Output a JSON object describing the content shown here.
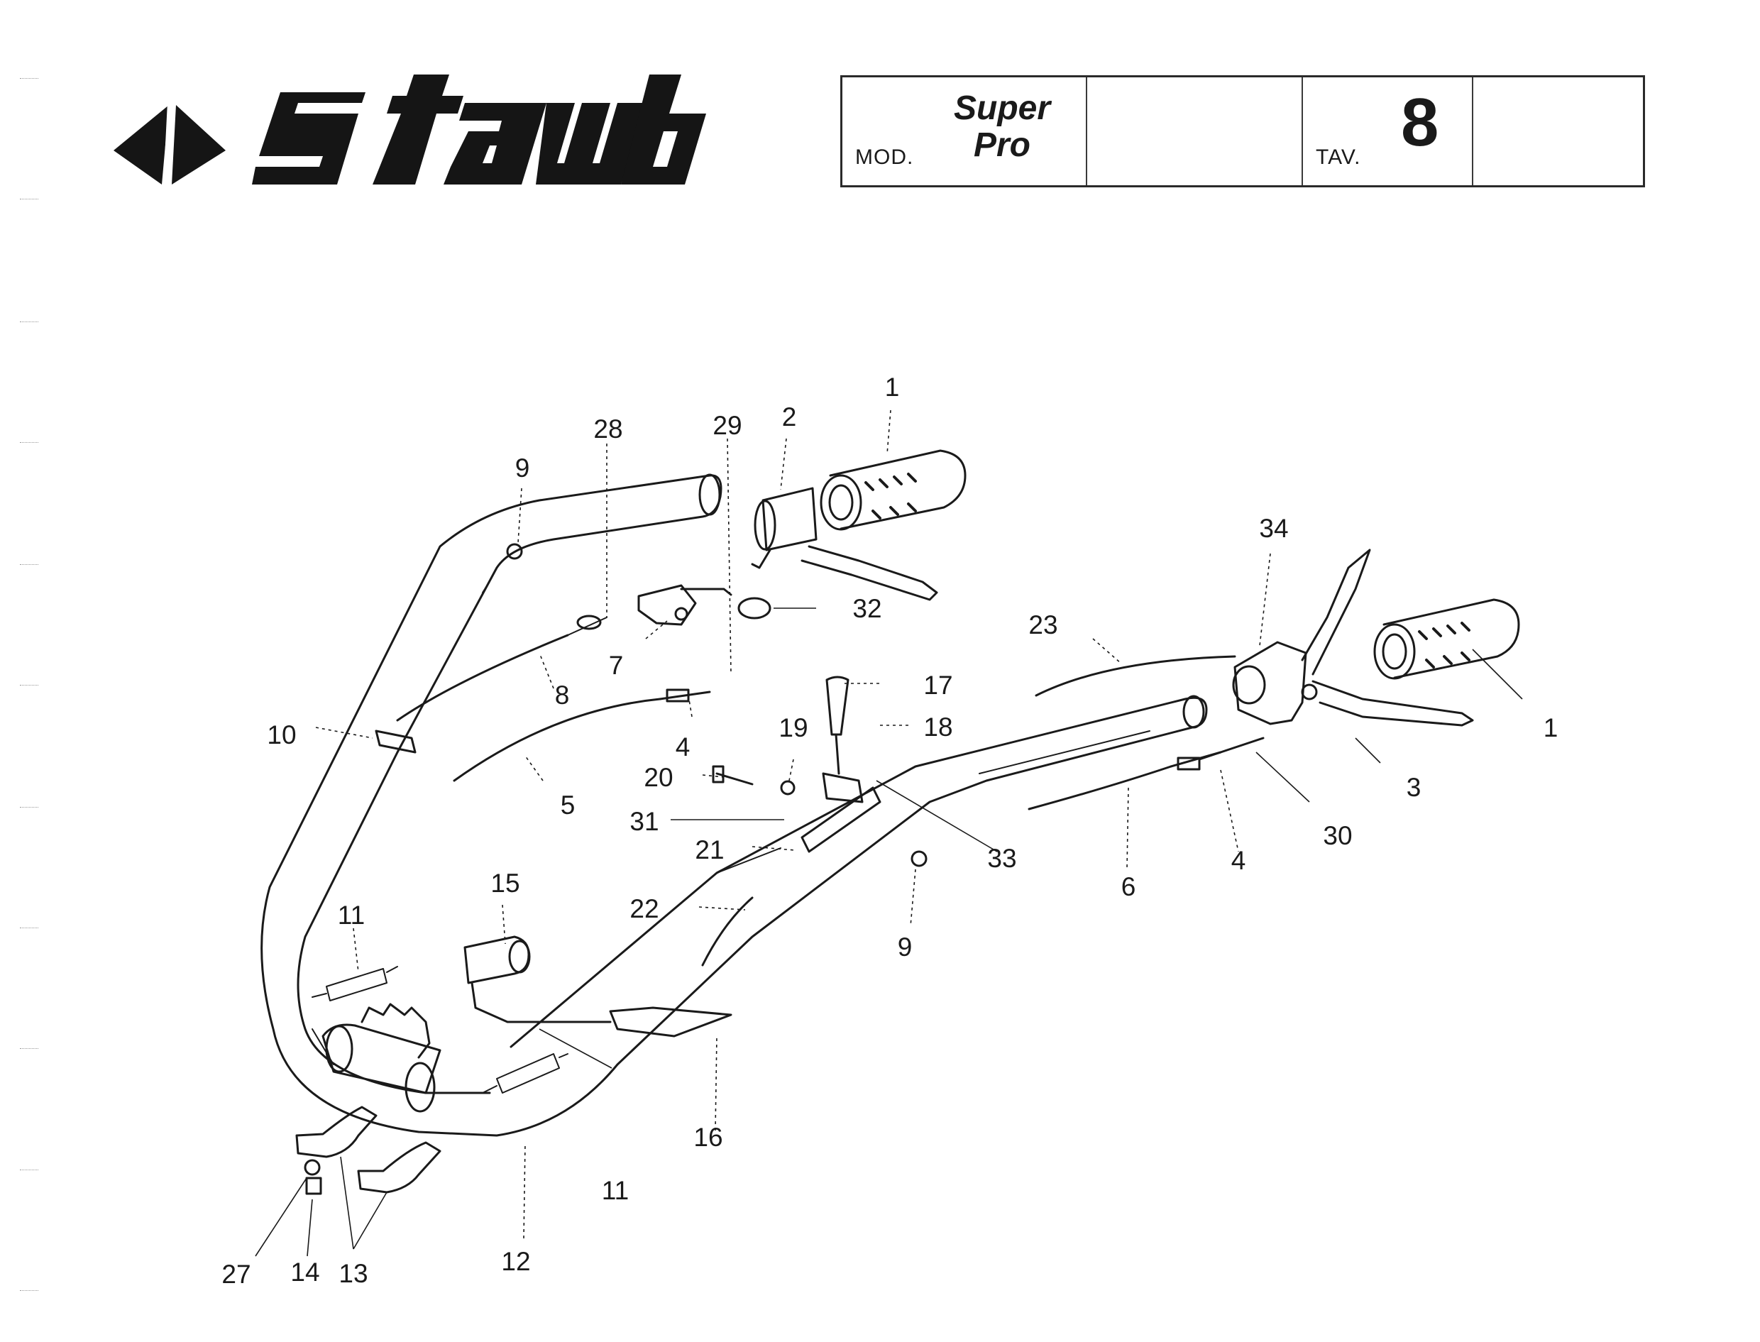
{
  "logo": {
    "brand": "staub"
  },
  "title_block": {
    "mod_label": "MOD.",
    "model_line1": "Super",
    "model_line2": "Pro",
    "tav_label": "TAV.",
    "tav_number": "8"
  },
  "callouts": {
    "c1a": "1",
    "c1b": "1",
    "c2": "2",
    "c3": "3",
    "c4a": "4",
    "c4b": "4",
    "c5": "5",
    "c6": "6",
    "c7": "7",
    "c8": "8",
    "c9a": "9",
    "c9b": "9",
    "c10": "10",
    "c11a": "11",
    "c11b": "11",
    "c12": "12",
    "c13": "13",
    "c14": "14",
    "c15": "15",
    "c16": "16",
    "c17": "17",
    "c18": "18",
    "c19": "19",
    "c20": "20",
    "c21": "21",
    "c22": "22",
    "c23": "23",
    "c27": "27",
    "c28": "28",
    "c29": "29",
    "c30": "30",
    "c31": "31",
    "c32": "32",
    "c33": "33",
    "c34": "34"
  }
}
